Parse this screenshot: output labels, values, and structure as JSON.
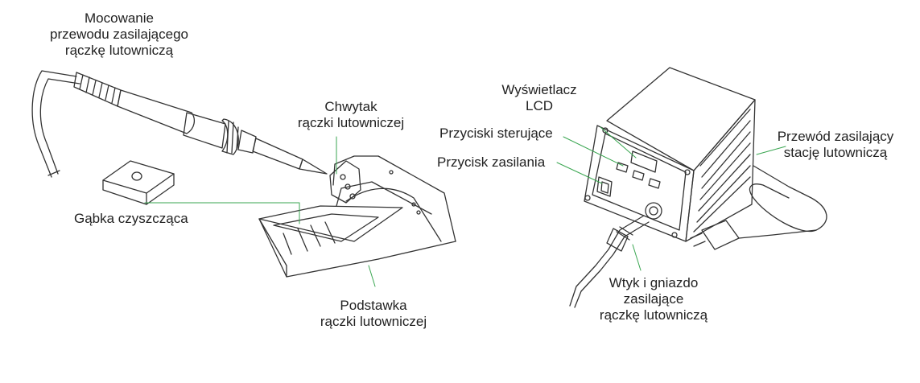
{
  "labels": {
    "iron_cable_mount": [
      "Mocowanie",
      "przewodu zasilającego",
      "rączkę lutowniczą"
    ],
    "iron_holder_clip": [
      "Chwytak",
      "rączki lutowniczej"
    ],
    "cleaning_sponge": "Gąbka czyszcząca",
    "iron_stand": [
      "Podstawka",
      "rączki lutowniczej"
    ],
    "lcd_display": [
      "Wyświetlacz",
      "LCD"
    ],
    "control_buttons": "Przyciski sterujące",
    "power_button": "Przycisk zasilania",
    "station_power_cord": [
      "Przewód zasilający",
      "stację lutowniczą"
    ],
    "iron_plug_socket": [
      "Wtyk i gniazdo",
      "zasilające",
      "rączkę lutowniczą"
    ]
  },
  "colors": {
    "leader_line": "#3aa651",
    "drawing_stroke": "#333333",
    "text": "#222222"
  }
}
